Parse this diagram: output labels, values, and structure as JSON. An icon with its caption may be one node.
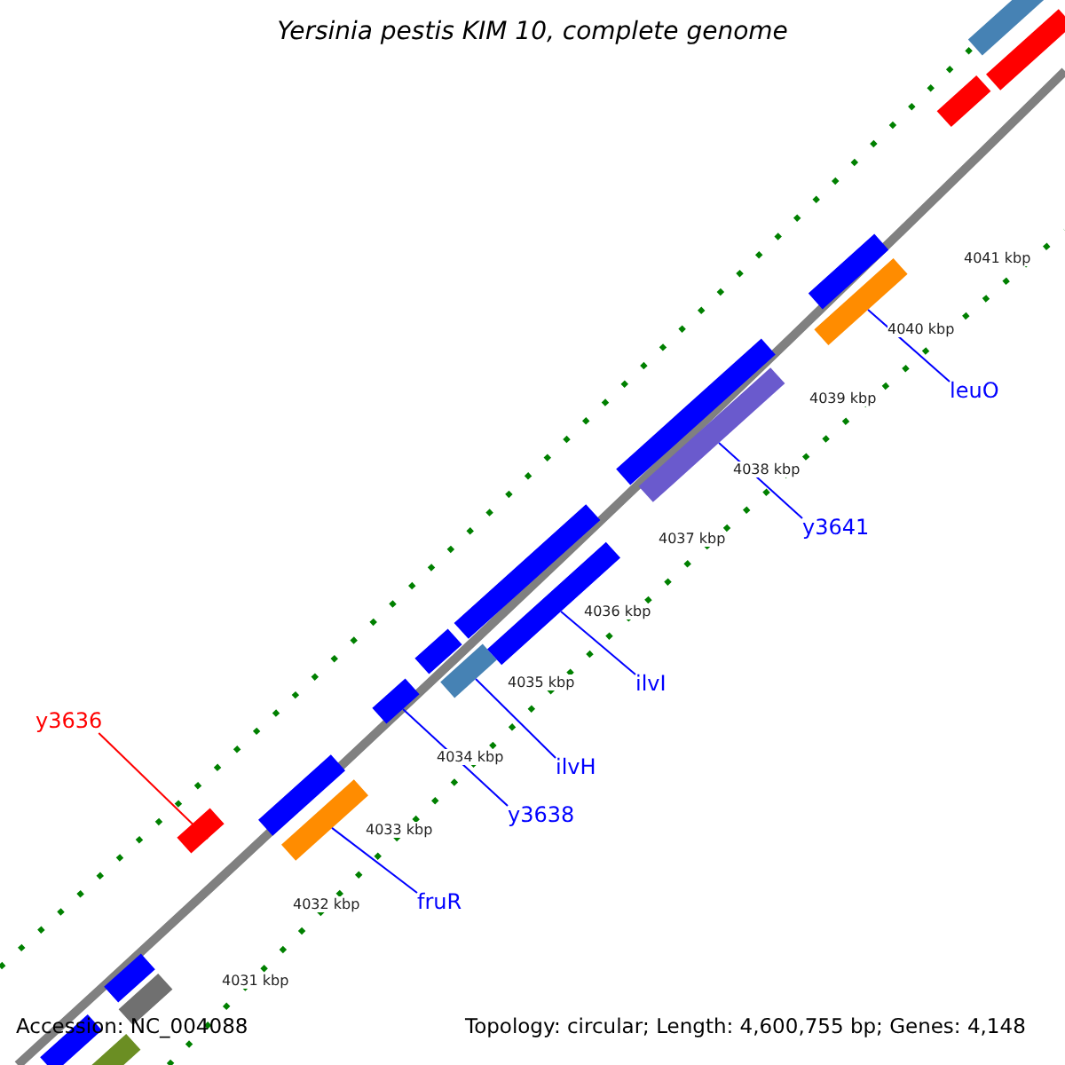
{
  "diagram": {
    "title": "Yersinia pestis KIM 10, complete genome",
    "nodes": [
      {
        "text": [
          "y3636"
        ]
      },
      {
        "text": [],
        "shape": "bar"
      },
      {
        "text": [
          "fruR"
        ]
      },
      {
        "text": [],
        "shape": "bar"
      },
      {
        "text": [
          "y3638"
        ]
      },
      {
        "text": [],
        "shape": "bar"
      },
      {
        "text": [
          "ilvH"
        ]
      },
      {
        "text": [],
        "shape": "bar"
      },
      {
        "text": [
          "ilvI"
        ]
      },
      {
        "text": [],
        "shape": "bar"
      },
      {
        "text": [
          "y3641"
        ]
      },
      {
        "text": [],
        "shape": "bar"
      },
      {
        "text": [
          "leuO"
        ]
      },
      {
        "text": [],
        "shape": "bar"
      },
      {
        "text": [],
        "shape": "bar"
      },
      {
        "text": [],
        "shape": "bar"
      },
      {
        "text": [],
        "shape": "bar"
      },
      {
        "text": [],
        "shape": "bar"
      },
      {
        "text": [],
        "shape": "bar"
      },
      {
        "text": [],
        "shape": "bar"
      },
      {
        "text": [],
        "shape": "bar"
      },
      {
        "text": [],
        "shape": "bar"
      },
      {
        "text": [],
        "shape": "bar"
      },
      {
        "text": [],
        "shape": "bar"
      },
      {
        "text": [],
        "shape": "bar"
      },
      {
        "text": [],
        "shape": "bar"
      }
    ],
    "edges": [
      {
        "from": 0,
        "to": 1,
        "arrow": "none",
        "color": "#ff0000"
      },
      {
        "from": 2,
        "to": 3,
        "arrow": "none"
      },
      {
        "from": 4,
        "to": 5,
        "arrow": "none"
      },
      {
        "from": 6,
        "to": 7,
        "arrow": "none"
      },
      {
        "from": 8,
        "to": 9,
        "arrow": "none"
      },
      {
        "from": 10,
        "to": 11,
        "arrow": "none"
      },
      {
        "from": 12,
        "to": 13,
        "arrow": "none"
      }
    ],
    "labels": [
      "4041 kbp",
      "4040 kbp",
      "4039 kbp",
      "4038 kbp",
      "4037 kbp",
      "4036 kbp",
      "4035 kbp",
      "4034 kbp",
      "4033 kbp",
      "4032 kbp",
      "4031 kbp",
      "Accession: NC_004088",
      "Topology: circular; Length: 4,600,755 bp; Genes: 4,148"
    ]
  }
}
